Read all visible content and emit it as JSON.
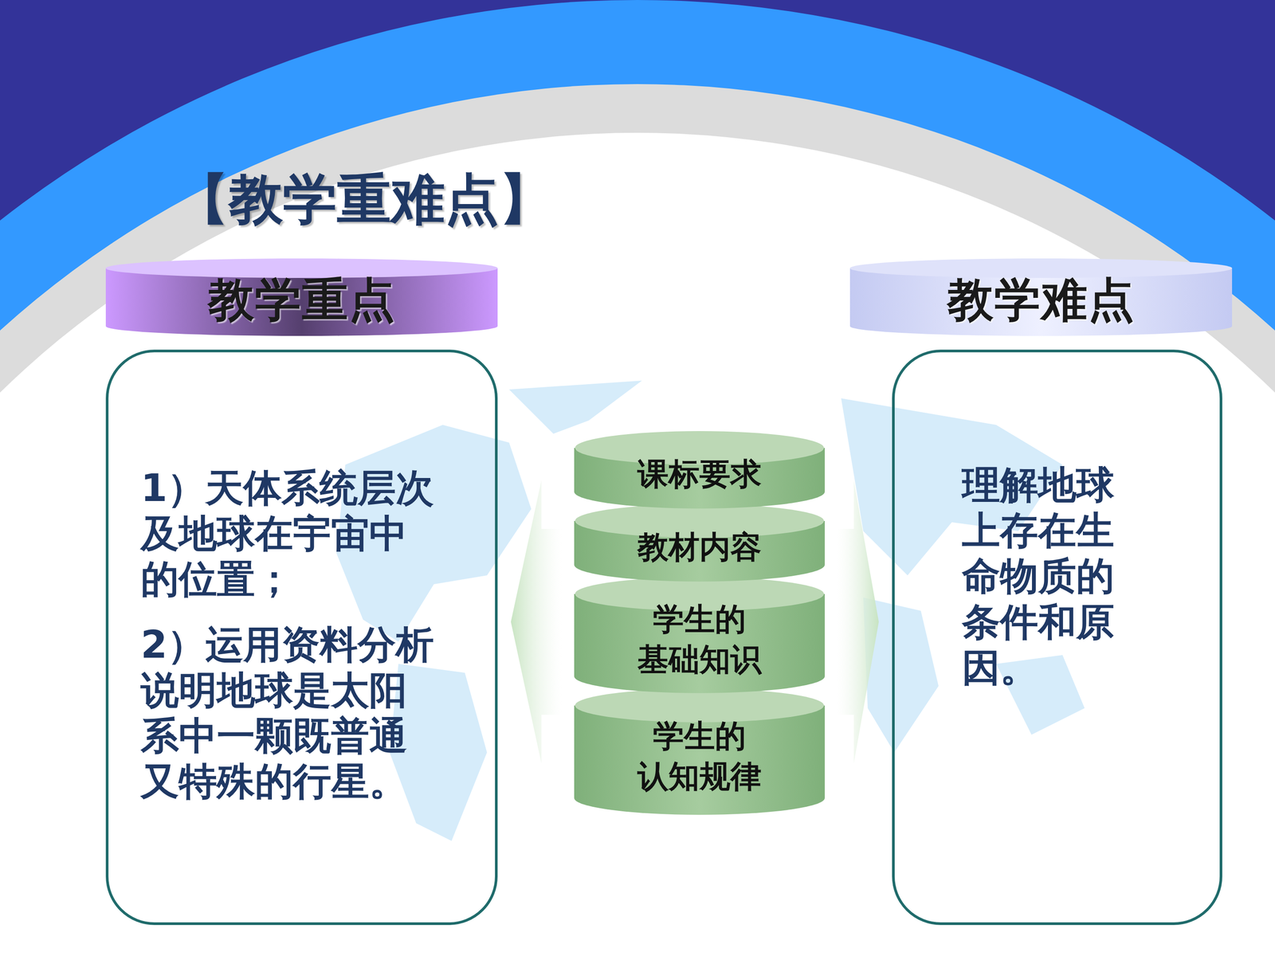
{
  "diagram": {
    "title": "【教学重难点】",
    "nodes": [
      {
        "text": [
          "教学重点"
        ]
      },
      {
        "text": [
          "1）天体系统层次及地球在宇宙中的位置；",
          "2）运用资料分析说明地球是太阳系中一颗既普通又特殊的行星。"
        ]
      },
      {
        "text": [
          "课标要求"
        ]
      },
      {
        "text": [
          "教材内容"
        ]
      },
      {
        "text": [
          "学生的 基础知识"
        ]
      },
      {
        "text": [
          "学生的 认知规律"
        ]
      },
      {
        "text": [
          "教学难点"
        ]
      },
      {
        "text": [
          "理解地球上存在生命物质的条件和原因。"
        ]
      }
    ],
    "edges": [
      {
        "from": 4,
        "to": 1,
        "arrow": "to"
      },
      {
        "from": 4,
        "to": 7,
        "arrow": "to"
      }
    ]
  }
}
